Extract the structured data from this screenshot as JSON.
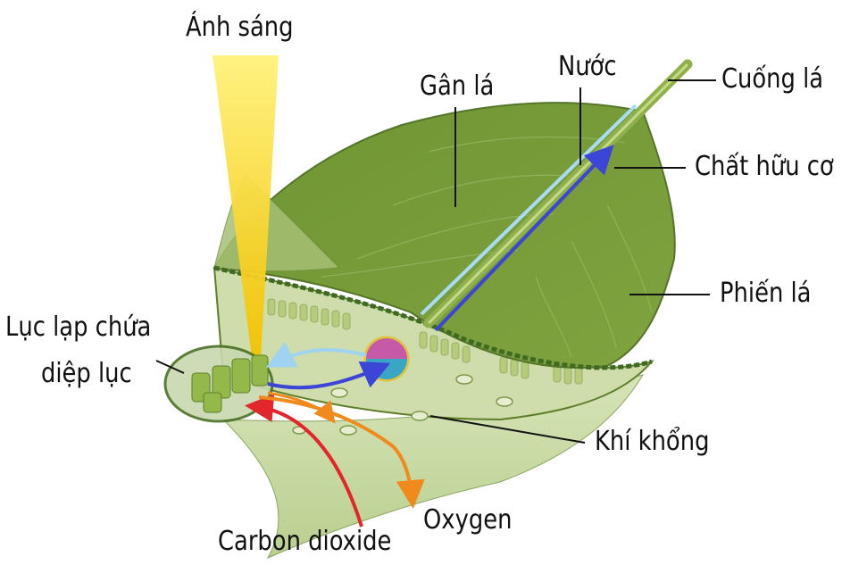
{
  "labels": {
    "light": "Ánh sáng",
    "vein": "Gân lá",
    "water": "Nước",
    "petiole": "Cuống lá",
    "organic_matter": "Chất hữu cơ",
    "blade": "Phiến lá",
    "chloroplast_line1": "Lục lạp chứa",
    "chloroplast_line2": "diệp lục",
    "stomata": "Khí khổng",
    "oxygen": "Oxygen",
    "carbon_dioxide": "Carbon dioxide"
  },
  "colors": {
    "leaf_dark": "#6b8f2e",
    "leaf_mid": "#86a94a",
    "leaf_light": "#a9c27a",
    "cross_section": "#c9d9a8",
    "light_beam": "#f7d21a",
    "water_arrow": "#9fd3f0",
    "organic_arrow": "#3b45d6",
    "co2_arrow": "#e3262b",
    "oxygen_arrow": "#f08a1c"
  }
}
